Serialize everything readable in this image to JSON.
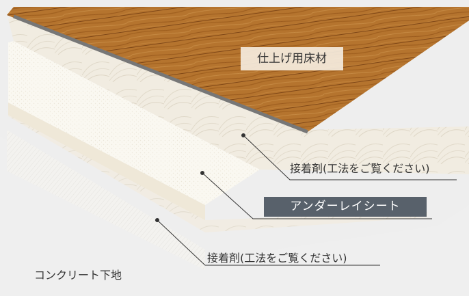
{
  "layers": {
    "flooring": "仕上げ用床材",
    "adhesive_upper": "接着剤(工法をご覧ください)",
    "underlay_sheet": "アンダーレイシート",
    "adhesive_lower": "接着剤(工法をご覧ください)",
    "concrete": "コンクリート下地"
  },
  "colors": {
    "wood": "#b5742e",
    "wood_dark": "#8e5420",
    "underlay_label_bg": "#58616b",
    "background": "#eeeeee"
  }
}
